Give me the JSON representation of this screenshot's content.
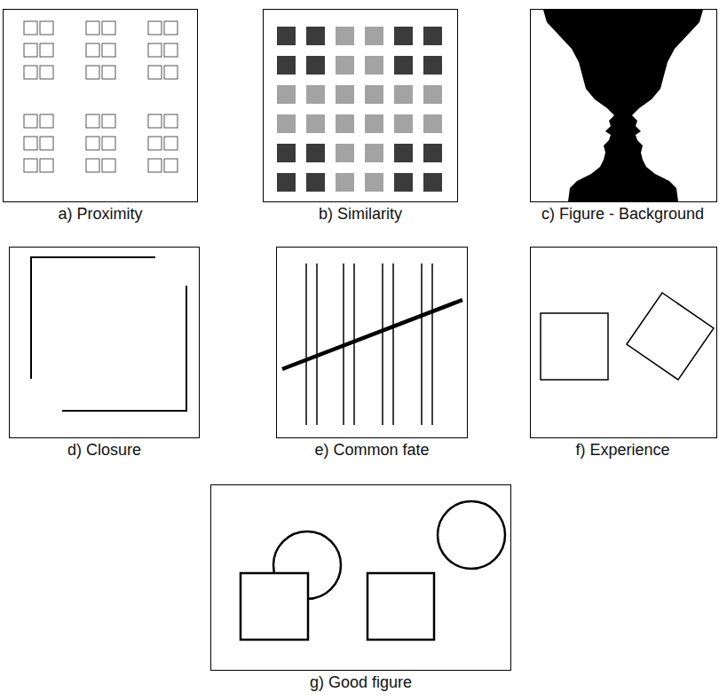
{
  "diagram": {
    "nodes": [
      {
        "text": [
          "a) Proximity"
        ]
      },
      {
        "text": [
          "b) Similarity"
        ]
      },
      {
        "text": [
          "c) Figure - Background"
        ]
      },
      {
        "text": [
          "d) Closure"
        ]
      },
      {
        "text": [
          "e) Common fate"
        ]
      },
      {
        "text": [
          "f) Experience"
        ]
      },
      {
        "text": [
          "g) Good figure"
        ]
      }
    ]
  }
}
